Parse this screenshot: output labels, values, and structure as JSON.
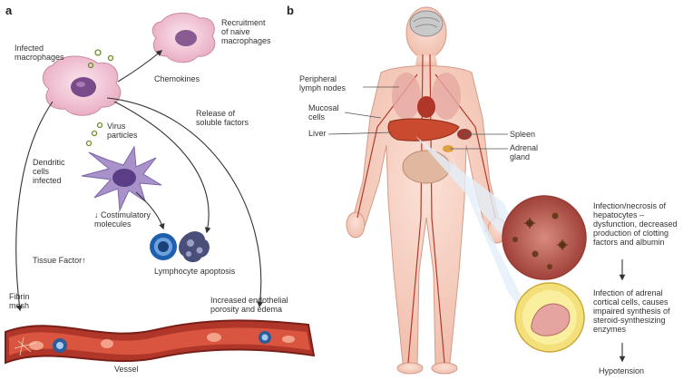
{
  "panel_a": {
    "letter": "a",
    "labels": {
      "infected_macrophages": [
        "Infected",
        "macrophages"
      ],
      "recruitment": [
        "Recruitment",
        "of naive",
        "macrophages"
      ],
      "chemokines": "Chemokines",
      "virus_particles": [
        "Virus",
        "particles"
      ],
      "soluble_factors": [
        "Release of",
        "soluble factors"
      ],
      "dendritic": [
        "Dendritic",
        "cells",
        "infected"
      ],
      "costimulatory": [
        "↓ Costimulatory",
        "molecules"
      ],
      "lymphocyte": "Lymphocyte apoptosis",
      "tissue_factor": "Tissue Factor↑",
      "fibrin": [
        "Fibrin",
        "mesh"
      ],
      "endothelial": [
        "Increased endothelial",
        "porosity and edema"
      ],
      "vessel": "Vessel"
    }
  },
  "panel_b": {
    "letter": "b",
    "labels": {
      "lymph": [
        "Peripheral",
        "lymph nodes"
      ],
      "mucosal": [
        "Mucosal",
        "cells"
      ],
      "liver": "Liver",
      "spleen": "Spleen",
      "adrenal": [
        "Adrenal",
        "gland"
      ],
      "hepato": [
        "Infection/necrosis of",
        "hepatocytes –",
        "dysfunction, decreased",
        "production of clotting",
        "factors and albumin"
      ],
      "adrenal_effect": [
        "Infection of adrenal",
        "cortical cells, causes",
        "impaired synthesis of",
        "steroid-synthesizing",
        "enzymes"
      ],
      "hypotension": "Hypotension"
    }
  },
  "colors": {
    "macrophage": "#f2c6d6",
    "dendritic": "#a892c9",
    "vessel": "#b0362a",
    "organ": "#c94a2e",
    "body": "#f5cfc0"
  }
}
